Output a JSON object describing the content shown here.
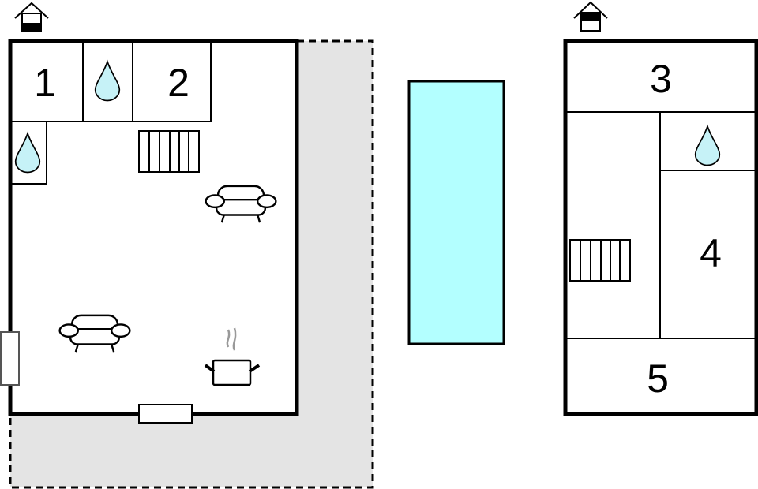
{
  "colors": {
    "wall": "#000000",
    "terrace": "#e4e4e4",
    "pool": "#b3ffff",
    "water": "#c6f2f7",
    "background": "#ffffff"
  },
  "ground_floor": {
    "level_icon": "house-level-ground-icon",
    "rooms": [
      {
        "id": "room-1",
        "label": "1",
        "type": "bedroom"
      },
      {
        "id": "bath-top",
        "label": "",
        "icon": "water-drop-icon"
      },
      {
        "id": "room-2",
        "label": "2",
        "type": "bedroom"
      },
      {
        "id": "bath-left",
        "label": "",
        "icon": "water-drop-icon"
      }
    ],
    "features": [
      "stairs-icon",
      "sofa-icon",
      "sofa-icon",
      "cooking-pot-icon",
      "door",
      "window"
    ],
    "terrace": "dashed-terrace-area"
  },
  "pool": {
    "label": "",
    "icon": "pool"
  },
  "upper_floor": {
    "level_icon": "house-level-upper-icon",
    "rooms": [
      {
        "id": "room-3",
        "label": "3"
      },
      {
        "id": "bath-upper",
        "label": "",
        "icon": "water-drop-icon"
      },
      {
        "id": "room-4",
        "label": "4"
      },
      {
        "id": "room-5",
        "label": "5"
      }
    ],
    "features": [
      "stairs-icon"
    ]
  }
}
